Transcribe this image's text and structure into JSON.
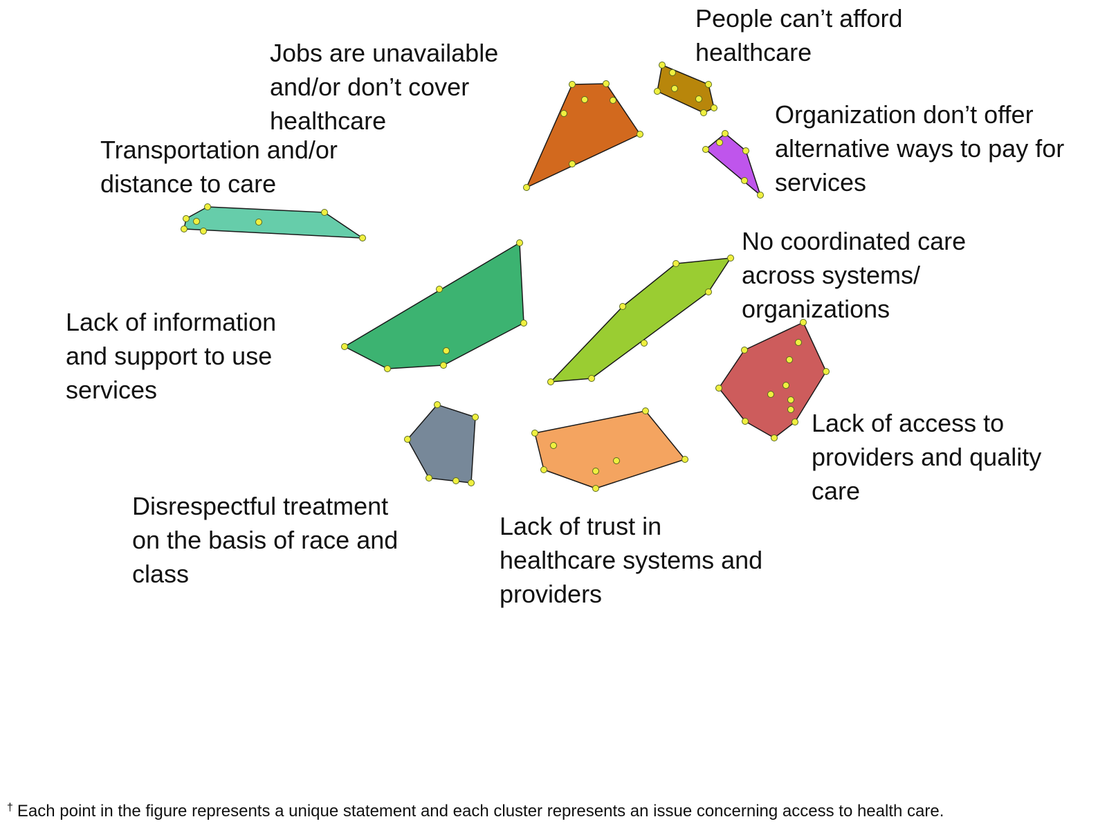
{
  "clusters": [
    {
      "id": "jobs",
      "label": "Jobs are unavailable\nand/or don’t cover\nhealthcare",
      "color": "#d2691e"
    },
    {
      "id": "afford",
      "label": "People can’t afford\nhealthcare",
      "color": "#b8860b"
    },
    {
      "id": "alt-pay",
      "label": "Organization don’t offer\nalternative ways to pay for\nservices",
      "color": "#bf55ec"
    },
    {
      "id": "transport",
      "label": "Transportation and/or\ndistance to care",
      "color": "#66cdaa"
    },
    {
      "id": "info",
      "label": "Lack of information\nand support to use\nservices",
      "color": "#3cb371"
    },
    {
      "id": "coordinated",
      "label": "No coordinated care\nacross systems/\norganizations",
      "color": "#9acd32"
    },
    {
      "id": "access",
      "label": "Lack of access to\nproviders and quality\ncare",
      "color": "#cd5c5c"
    },
    {
      "id": "disrespect",
      "label": "Disrespectful treatment\non the basis of race and\nclass",
      "color": "#778899"
    },
    {
      "id": "trust",
      "label": "Lack of trust in\nhealthcare systems and\nproviders",
      "color": "#f4a460"
    }
  ],
  "point_color": "#f0f040",
  "footnote": {
    "marker": "†",
    "text": "Each point in the figure represents a unique statement and each cluster represents an issue concerning access to health care."
  }
}
